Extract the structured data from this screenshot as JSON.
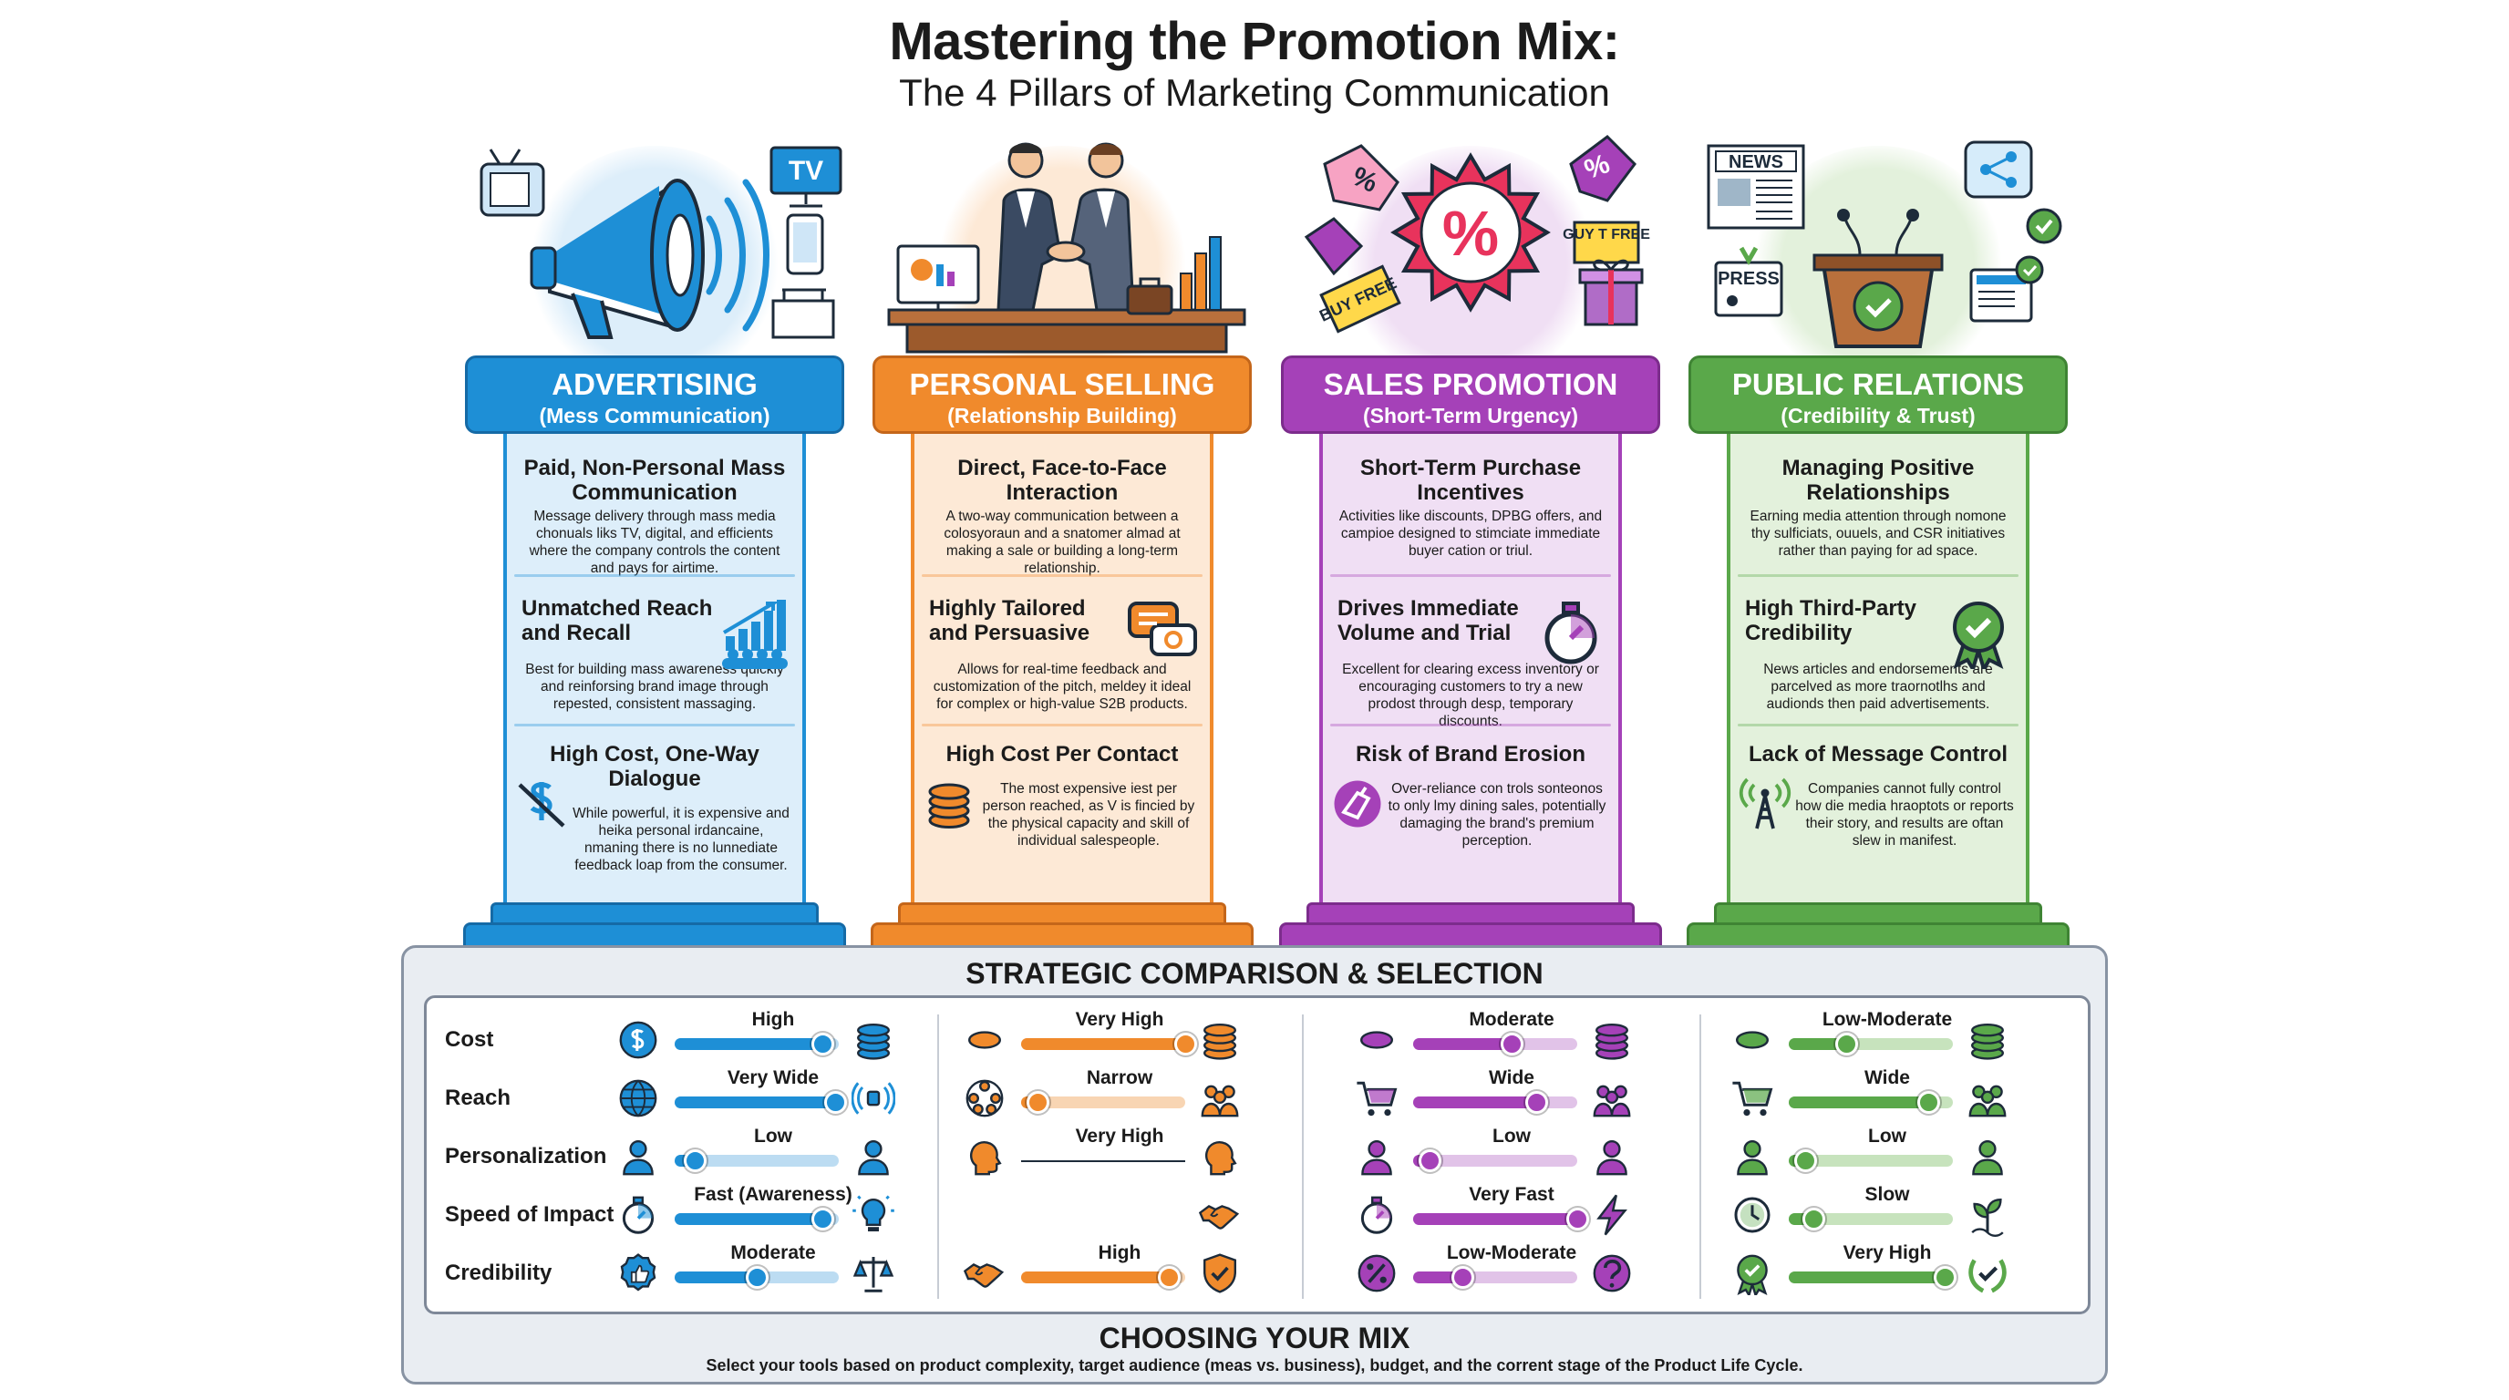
{
  "title": "Mastering the Promotion Mix:",
  "subtitle": "The 4 Pillars of Marketing Communication",
  "pillars": [
    {
      "name": "ADVERTISING",
      "sub": "(Mess Communication)",
      "color": "#1e8fd6",
      "light": "#ddeefa",
      "dark": "#156aa6",
      "illustration_text": [
        "TV"
      ],
      "sec1_title": "Paid, Non-Personal Mass Communication",
      "sec1_body": "Message delivery through mass media chonuals liks TV, digital, and efficients where the company controls the content and pays for airtime.",
      "sec2_title": "Unmatched Reach and Recall",
      "sec2_body": "Best for building mass awareness quickly and reinforsing brand image through repested, consistent massaging.",
      "sec3_title": "High Cost, One-Way Dialogue",
      "sec3_body": "While powerful, it is expensive and heika personal irdancaine, nmaning there is no lunnediate feedback loap from the consumer.",
      "icon2": "bar-chart-crowd-icon",
      "icon3": "no-money-icon"
    },
    {
      "name": "PERSONAL SELLING",
      "sub": "(Relationship Building)",
      "color": "#f08a2c",
      "light": "#fde9d6",
      "dark": "#c4661a",
      "illustration_text": [],
      "sec1_title": "Direct, Face-to-Face Interaction",
      "sec1_body": "A two-way communication between a colosyoraun and a snatomer almad at making a sale or building a long-term relationship.",
      "sec2_title": "Highly Tailored and Persuasive",
      "sec2_body": "Allows for real-time feedback and customization of the pitch, meldey it ideal for complex or high-value S2B products.",
      "sec3_title": "High Cost Per Contact",
      "sec3_body": "The most expensive iest per person reached, as V is fincied by the physical capacity and skill of individual salespeople.",
      "icon2": "chat-bubbles-icon",
      "icon3": "coin-stack-icon"
    },
    {
      "name": "SALES PROMOTION",
      "sub": "(Short-Term Urgency)",
      "color": "#a541b8",
      "light": "#f0dff4",
      "dark": "#7c2c8c",
      "illustration_text": [
        "%",
        "%",
        "%",
        "GUY T FREE",
        "BUY FREE"
      ],
      "sec1_title": "Short-Term Purchase Incentives",
      "sec1_body": "Activities like discounts, DPBG offers, and campioe designed to stimciate immediate buyer cation or triul.",
      "sec2_title": "Drives Immediate Volume and Trial",
      "sec2_body": "Excellent for clearing excess inventory or encouraging customers to try a new prodost through desp, temporary discounts.",
      "sec3_title": "Risk of Brand Erosion",
      "sec3_body": "Over-reliance con trols sonteonos to only lmy dining sales, potentially damaging the brand's premium perception.",
      "icon2": "stopwatch-icon",
      "icon3": "broken-tag-icon"
    },
    {
      "name": "PUBLIC RELATIONS",
      "sub": "(Credibility & Trust)",
      "color": "#5aa84a",
      "light": "#e3f1dc",
      "dark": "#3f8434",
      "illustration_text": [
        "NEWS",
        "PRESS"
      ],
      "sec1_title": "Managing Positive Relationships",
      "sec1_body": "Earning media attention through nomone thy sulficiats, ouuels, and CSR initiatives rather than paying for ad space.",
      "sec2_title": "High Third-Party Credibility",
      "sec2_body": "News articles and endorsements are parcelved as more traornotlhs and audionds then paid advertisements.",
      "sec3_title": "Lack of Message Control",
      "sec3_body": "Companies cannot fully control how die media hraoptots or reports their story, and results are oftan slew in manifest.",
      "icon2": "award-ribbon-icon",
      "icon3": "broadcast-tower-icon"
    }
  ],
  "comparison": {
    "title": "STRATEGIC COMPARISON & SELECTION",
    "rows": [
      "Cost",
      "Reach",
      "Personalization",
      "Speed of Impact",
      "Credibility"
    ],
    "columns": [
      {
        "color": "#1e8fd6",
        "light": "#bcdcf2",
        "metrics": [
          {
            "label": "High",
            "level": 0.9,
            "icon_left": "dollar-coin-icon",
            "icon_right": "coin-stack-icon"
          },
          {
            "label": "Very Wide",
            "level": 0.98,
            "icon_left": "globe-icon",
            "icon_right": "broadcast-signal-icon"
          },
          {
            "label": "Low",
            "level": 0.12,
            "icon_left": "person-icon",
            "icon_right": "person-icon"
          },
          {
            "label": "Fast (Awareness)",
            "level": 0.9,
            "icon_left": "stopwatch-icon",
            "icon_right": "lightbulb-icon"
          },
          {
            "label": "Moderate",
            "level": 0.5,
            "icon_left": "thumbs-up-badge-icon",
            "icon_right": "scales-icon"
          }
        ]
      },
      {
        "color": "#f08a2c",
        "light": "#f8d5b3",
        "metrics": [
          {
            "label": "Very High",
            "level": 1.0,
            "icon_left": "coin-icon",
            "icon_right": "coin-stack-icon"
          },
          {
            "label": "Narrow",
            "level": 0.1,
            "icon_left": "network-icon",
            "icon_right": "group-icon"
          },
          {
            "label": "Very High",
            "level": null,
            "icon_left": "head-profile-icon",
            "icon_right": "head-profile-icon"
          },
          {
            "label": "",
            "level": null,
            "icon_left": "",
            "icon_right": "handshake-icon"
          },
          {
            "label": "High",
            "level": 0.9,
            "icon_left": "handshake-icon",
            "icon_right": "shield-check-icon"
          }
        ]
      },
      {
        "color": "#a541b8",
        "light": "#e1c3e8",
        "metrics": [
          {
            "label": "Moderate",
            "level": 0.6,
            "icon_left": "coin-icon",
            "icon_right": "coin-stack-icon"
          },
          {
            "label": "Wide",
            "level": 0.75,
            "icon_left": "shopping-cart-icon",
            "icon_right": "group-icon"
          },
          {
            "label": "Low",
            "level": 0.1,
            "icon_left": "person-icon",
            "icon_right": "person-icon"
          },
          {
            "label": "Very Fast",
            "level": 1.0,
            "icon_left": "stopwatch-icon",
            "icon_right": "lightning-icon"
          },
          {
            "label": "Low-Moderate",
            "level": 0.3,
            "icon_left": "percent-badge-icon",
            "icon_right": "question-icon"
          }
        ]
      },
      {
        "color": "#5aa84a",
        "light": "#c7e3bd",
        "metrics": [
          {
            "label": "Low-Moderate",
            "level": 0.35,
            "icon_left": "coin-icon",
            "icon_right": "coin-stack-icon"
          },
          {
            "label": "Wide",
            "level": 0.85,
            "icon_left": "shopping-cart-icon",
            "icon_right": "group-icon"
          },
          {
            "label": "Low",
            "level": 0.1,
            "icon_left": "person-icon",
            "icon_right": "person-icon"
          },
          {
            "label": "Slow",
            "level": 0.15,
            "icon_left": "clock-icon",
            "icon_right": "growing-plant-icon"
          },
          {
            "label": "Very High",
            "level": 0.95,
            "icon_left": "award-ribbon-icon",
            "icon_right": "laurel-check-icon"
          }
        ]
      }
    ]
  },
  "footer": {
    "title": "CHOOSING YOUR MIX",
    "text": "Select your tools based on product complexity, target audience (meas vs. business), budget, and the corrent stage of the Product Life Cycle."
  }
}
